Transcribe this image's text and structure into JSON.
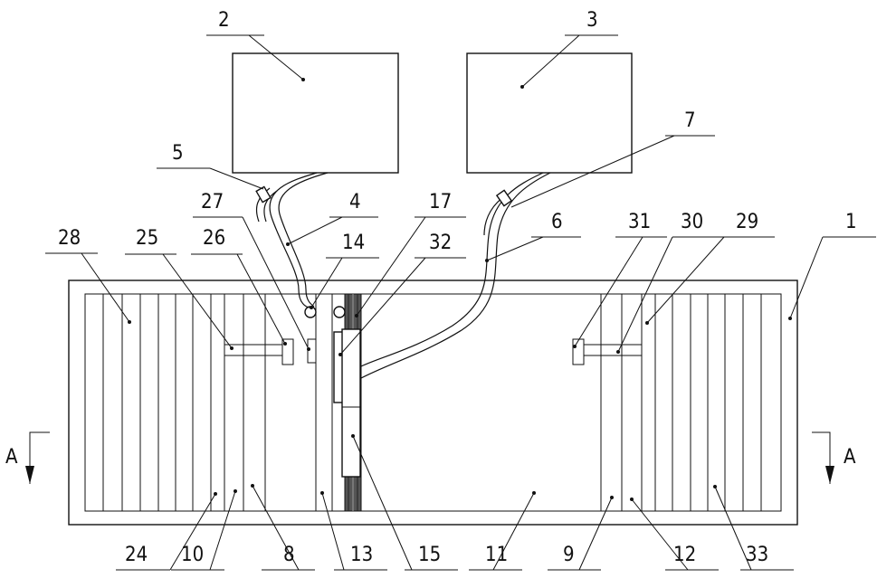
{
  "diagram": {
    "section_marker": "A",
    "labels": {
      "n1": "1",
      "n2": "2",
      "n3": "3",
      "n4": "4",
      "n5": "5",
      "n6": "6",
      "n7": "7",
      "n8": "8",
      "n9": "9",
      "n10": "10",
      "n11": "11",
      "n12": "12",
      "n13": "13",
      "n14": "14",
      "n15": "15",
      "n17": "17",
      "n24": "24",
      "n25": "25",
      "n26": "26",
      "n27": "27",
      "n28": "28",
      "n29": "29",
      "n30": "30",
      "n31": "31",
      "n32": "32",
      "n33": "33"
    }
  }
}
